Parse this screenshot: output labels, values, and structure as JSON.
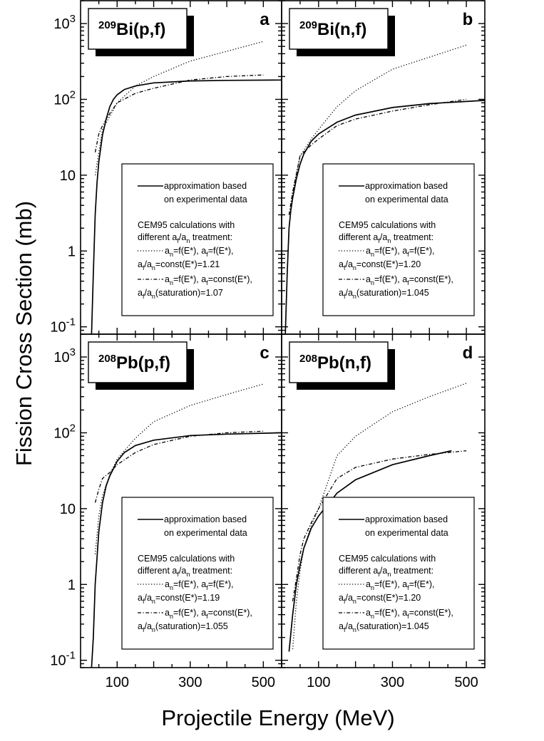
{
  "chart_data": {
    "type": "line",
    "xlabel": "Projectile Energy (MeV)",
    "ylabel": "Fission Cross Section (mb)",
    "xlim": [
      0,
      550
    ],
    "ylim": [
      0.08,
      2000
    ],
    "yscale": "log",
    "x_ticks": [
      "100",
      "300",
      "500"
    ],
    "y_ticks": [
      {
        "base": "10",
        "exp": "3"
      },
      {
        "base": "10",
        "exp": "2"
      },
      {
        "base": "10",
        "exp": ""
      },
      {
        "base": "1",
        "exp": ""
      },
      {
        "base": "10",
        "exp": "-1"
      }
    ],
    "legend": {
      "approx_line1": "approximation based",
      "approx_line2": "on experimental data",
      "cem_line1": "CEM95 calculations with",
      "cem_line2_pre": "different a",
      "cem_line2_sub1": "f",
      "cem_line2_mid": "/a",
      "cem_line2_sub2": "n",
      "cem_line2_post": " treatment:",
      "dot_a": "a",
      "dot_sub_n": "n",
      "dot_mid": "=f(E*), a",
      "dot_sub_f": "f",
      "dot_end": "=f(E*),",
      "const_a": "a",
      "const_sub_f": "f",
      "const_slash": "/a",
      "const_sub_n": "n",
      "const_prefix": "=const(E*)=",
      "dash_mid2": "=const(E*),",
      "sat_prefix": "(saturation)="
    },
    "panels": [
      {
        "letter": "a",
        "target_mass": "209",
        "target": "Bi(p,f)",
        "const_ratio": "1.21",
        "sat_ratio": "1.07",
        "series": [
          {
            "style": "solid",
            "x": [
              30,
              35,
              40,
              45,
              50,
              60,
              70,
              80,
              90,
              100,
              120,
              150,
              200,
              300,
              400,
              550
            ],
            "y": [
              0.08,
              0.5,
              3,
              8,
              15,
              34,
              55,
              80,
              100,
              115,
              135,
              150,
              165,
              175,
              178,
              180
            ]
          },
          {
            "style": "dotted",
            "x": [
              40,
              50,
              60,
              80,
              100,
              150,
              200,
              300,
              400,
              500
            ],
            "y": [
              10,
              20,
              40,
              60,
              90,
              150,
              200,
              320,
              430,
              580
            ]
          },
          {
            "style": "dashdot",
            "x": [
              40,
              50,
              60,
              80,
              100,
              150,
              200,
              300,
              400,
              500
            ],
            "y": [
              20,
              35,
              45,
              65,
              90,
              120,
              140,
              180,
              200,
              210
            ]
          }
        ]
      },
      {
        "letter": "b",
        "target_mass": "209",
        "target": "Bi(n,f)",
        "const_ratio": "1.20",
        "sat_ratio": "1.045",
        "series": [
          {
            "style": "solid",
            "x": [
              10,
              15,
              20,
              25,
              30,
              40,
              50,
              60,
              80,
              100,
              150,
              200,
              300,
              400,
              550
            ],
            "y": [
              0.08,
              0.5,
              2,
              3.5,
              5,
              9,
              14,
              19,
              28,
              35,
              50,
              62,
              78,
              88,
              97
            ]
          },
          {
            "style": "dotted",
            "x": [
              20,
              30,
              50,
              80,
              100,
              150,
              200,
              300,
              400,
              500
            ],
            "y": [
              3,
              6,
              18,
              30,
              40,
              80,
              130,
              250,
              360,
              520
            ]
          },
          {
            "style": "dashdot",
            "x": [
              20,
              30,
              50,
              80,
              100,
              150,
              200,
              300,
              400,
              500
            ],
            "y": [
              3,
              6,
              18,
              25,
              30,
              45,
              55,
              70,
              85,
              100
            ]
          }
        ]
      },
      {
        "letter": "c",
        "target_mass": "208",
        "target": "Pb(p,f)",
        "const_ratio": "1.19",
        "sat_ratio": "1.055",
        "series": [
          {
            "style": "solid",
            "x": [
              30,
              35,
              40,
              50,
              60,
              70,
              80,
              100,
              120,
              150,
              200,
              300,
              400,
              550
            ],
            "y": [
              0.08,
              0.2,
              1,
              5,
              12,
              20,
              27,
              42,
              55,
              68,
              80,
              92,
              96,
              100
            ]
          },
          {
            "style": "dotted",
            "x": [
              40,
              50,
              60,
              80,
              100,
              150,
              200,
              300,
              400,
              500
            ],
            "y": [
              2.5,
              8,
              15,
              28,
              45,
              85,
              140,
              230,
              320,
              440
            ]
          },
          {
            "style": "dashdot",
            "x": [
              40,
              50,
              60,
              80,
              100,
              150,
              200,
              300,
              400,
              500
            ],
            "y": [
              12,
              18,
              25,
              30,
              38,
              55,
              70,
              90,
              100,
              105
            ]
          }
        ]
      },
      {
        "letter": "d",
        "target_mass": "208",
        "target": "Pb(n,f)",
        "const_ratio": "1.20",
        "sat_ratio": "1.045",
        "series": [
          {
            "style": "solid",
            "x": [
              20,
              30,
              40,
              50,
              60,
              80,
              100,
              150,
              200,
              300,
              400,
              460
            ],
            "y": [
              0.13,
              0.4,
              1,
              1.8,
              3,
              5.5,
              8,
              16,
              24,
              38,
              50,
              58
            ]
          },
          {
            "style": "dotted",
            "x": [
              30,
              40,
              50,
              60,
              80,
              100,
              150,
              200,
              300,
              400,
              500
            ],
            "y": [
              0.14,
              0.6,
              1.5,
              3,
              6,
              10,
              50,
              90,
              190,
              300,
              450
            ]
          },
          {
            "style": "dashdot",
            "x": [
              30,
              40,
              50,
              60,
              80,
              100,
              150,
              200,
              300,
              400,
              500
            ],
            "y": [
              0.6,
              1.2,
              2.5,
              4,
              6.5,
              10,
              25,
              35,
              45,
              52,
              58
            ]
          }
        ]
      }
    ]
  }
}
